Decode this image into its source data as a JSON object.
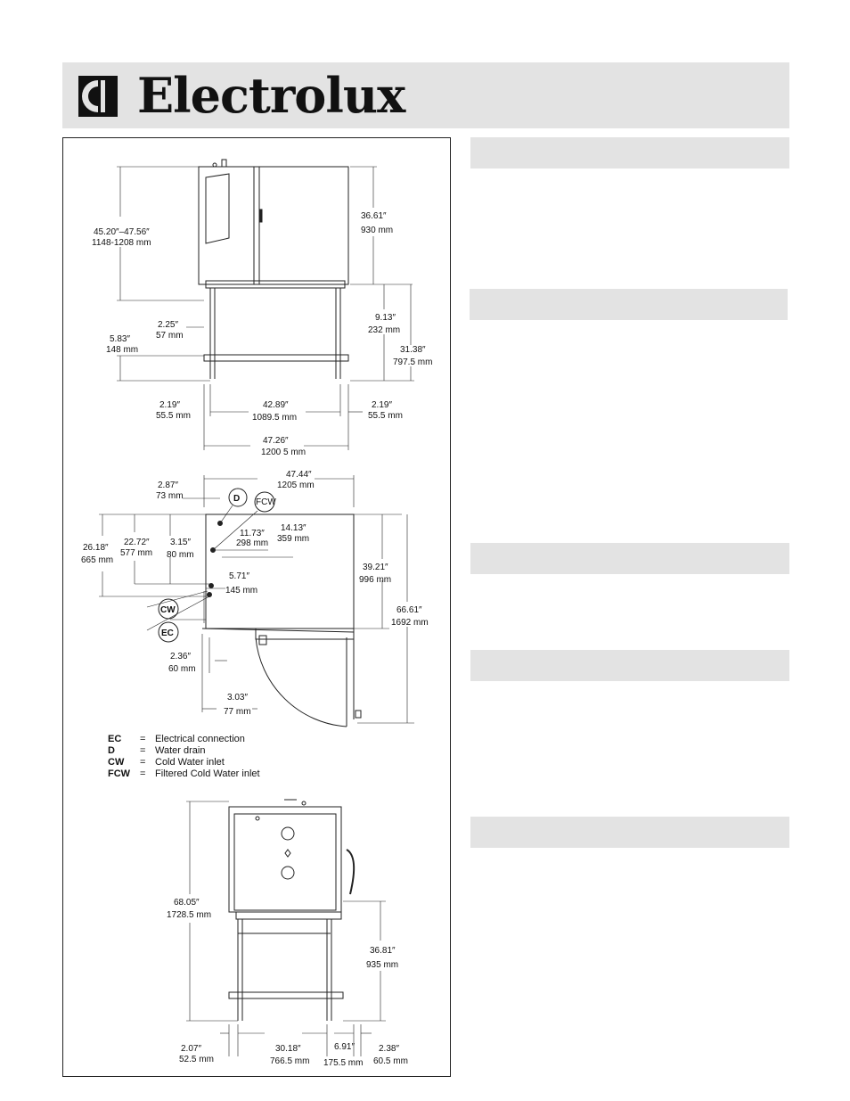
{
  "brand": {
    "name": "Electrolux"
  },
  "drawing": {
    "side_view": {
      "overall_height_in": "45.20″–47.56″",
      "overall_height_mm": "1148-1208 mm",
      "cavity_height_in": "36.61″",
      "cavity_height_mm": "930 mm",
      "stand_gap_in": "9.13″",
      "stand_gap_mm": "232 mm",
      "stand_height_in": "31.38″",
      "stand_height_mm": "797.5 mm",
      "leg_offset_in": "2.25″",
      "leg_offset_mm": "57 mm",
      "shelf_height_in": "5.83″",
      "shelf_height_mm": "148 mm",
      "left_margin_in": "2.19″",
      "left_margin_mm": "55.5 mm",
      "leg_span_in": "42.89″",
      "leg_span_mm": "1089.5 mm",
      "right_margin_in": "2.19″",
      "right_margin_mm": "55.5 mm",
      "overall_width_in": "47.26″",
      "overall_width_mm": "1200 5 mm"
    },
    "top_view": {
      "depth_in": "47.44″",
      "depth_mm": "1205 mm",
      "d_offset_in": "2.87″",
      "d_offset_mm": "73 mm",
      "fcw_x_in": "11.73″",
      "fcw_x_mm": "298 mm",
      "fcw_y_in": "14.13″",
      "fcw_y_mm": "359 mm",
      "side_a_in": "26.18″",
      "side_a_mm": "665 mm",
      "side_b_in": "22.72″",
      "side_b_mm": "577 mm",
      "side_c_in": "3.15″",
      "side_c_mm": "80 mm",
      "cw_offset_in": "5.71″",
      "cw_offset_mm": "145 mm",
      "body_depth_in": "39.21″",
      "body_depth_mm": "996 mm",
      "door_open_in": "66.61″",
      "door_open_mm": "1692 mm",
      "ec_offset_in": "2.36″",
      "ec_offset_mm": "60 mm",
      "door_hinge_in": "3.03″",
      "door_hinge_mm": "77 mm",
      "bubble_d": "D",
      "bubble_fcw": "FCW",
      "bubble_cw": "CW",
      "bubble_ec": "EC"
    },
    "legend": [
      {
        "key": "EC",
        "sep": "=",
        "text": "Electrical connection"
      },
      {
        "key": "D",
        "sep": "=",
        "text": "Water drain"
      },
      {
        "key": "CW",
        "sep": "=",
        "text": "Cold Water inlet"
      },
      {
        "key": "FCW",
        "sep": "=",
        "text": "Filtered Cold Water inlet"
      }
    ],
    "front_view": {
      "overall_height_in": "68.05″",
      "overall_height_mm": "1728.5 mm",
      "stand_height_in": "36.81″",
      "stand_height_mm": "935 mm",
      "left_margin_in": "2.07″",
      "left_margin_mm": "52.5 mm",
      "leg_span_in": "30.18″",
      "leg_span_mm": "766.5 mm",
      "handle_offset_in": "6.91″",
      "handle_offset_mm": "175.5 mm",
      "right_margin_in": "2.38″",
      "right_margin_mm": "60.5 mm"
    }
  },
  "colors": {
    "section_bar": "#e3e3e3",
    "line": "#222222"
  }
}
